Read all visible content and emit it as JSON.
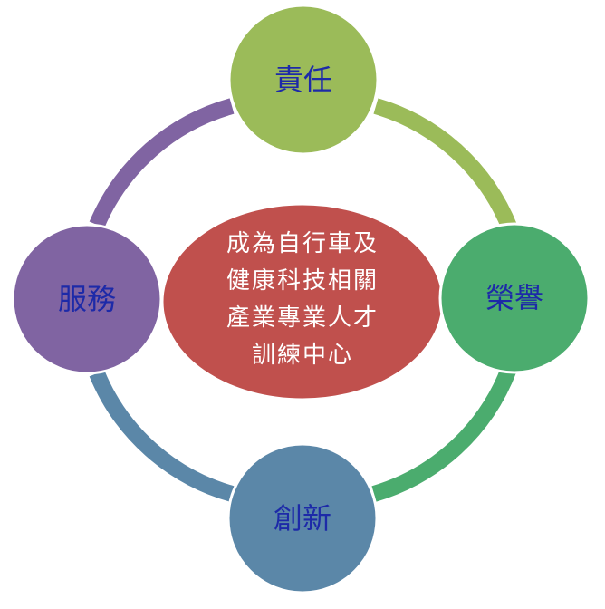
{
  "center": {
    "lines": [
      "成為自行車及",
      "健康科技相關",
      "產業專業人才",
      "訓練中心"
    ],
    "color": "#c0504d"
  },
  "nodes": {
    "top": {
      "label": "責任",
      "color": "#9bbb59"
    },
    "right": {
      "label": "榮譽",
      "color": "#4bac6e"
    },
    "bottom": {
      "label": "創新",
      "color": "#5b87a8"
    },
    "left": {
      "label": "服務",
      "color": "#8064a2"
    }
  },
  "arcs": {
    "top_right": "#9bbb59",
    "right_bottom": "#4bac6e",
    "bottom_left": "#5b87a8",
    "left_top": "#8064a2"
  },
  "text_color": "#1d2aa8"
}
